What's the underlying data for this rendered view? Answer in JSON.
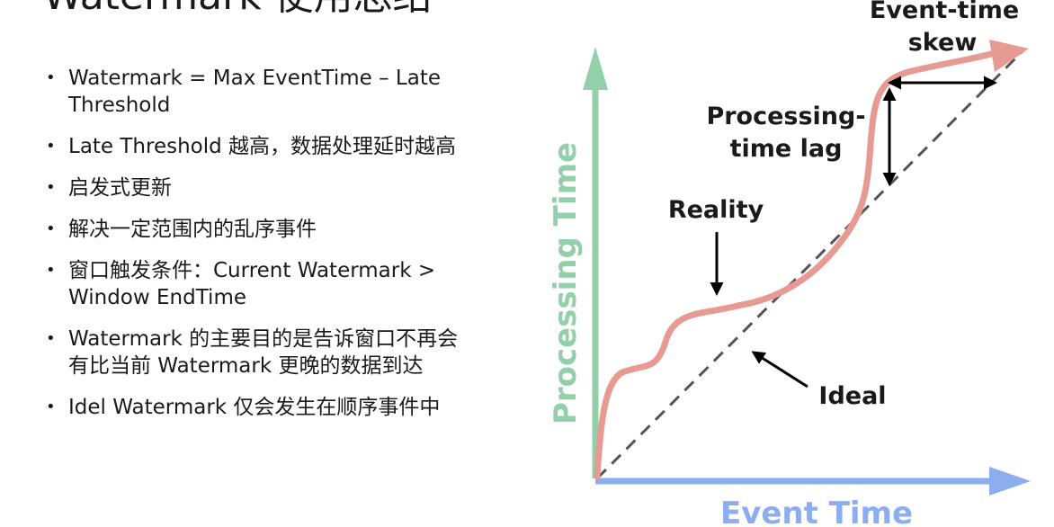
{
  "slide": {
    "title": "Watermark 使用总结"
  },
  "bullets": [
    {
      "lines": [
        "Watermark = Max EventTime – Late",
        "Threshold"
      ]
    },
    {
      "lines": [
        "Late Threshold 越高，数据处理延时越高"
      ]
    },
    {
      "lines": [
        "启发式更新"
      ]
    },
    {
      "lines": [
        "解决一定范围内的乱序事件"
      ]
    },
    {
      "lines": [
        "窗口触发条件：Current Watermark >",
        "Window EndTime"
      ]
    },
    {
      "lines": [
        "Watermark 的主要目的是告诉窗口不再会",
        "有比当前 Watermark 更晚的数据到达"
      ]
    },
    {
      "lines": [
        "Idel Watermark 仅会发生在顺序事件中"
      ]
    }
  ],
  "diagram": {
    "y_axis_label": "Processing Time",
    "x_axis_label": "Event Time",
    "skew_label_line1": "Event-time",
    "skew_label_line2": "skew",
    "lag_label_line1": "Processing-",
    "lag_label_line2": "time lag",
    "reality_label": "Reality",
    "ideal_label": "Ideal",
    "colors": {
      "y_axis": "#93cfa8",
      "x_axis": "#8aaef0",
      "reality_curve": "#e79a92",
      "ideal_line": "#555555",
      "annotation": "#000000",
      "text": "#1a1a1a"
    }
  }
}
